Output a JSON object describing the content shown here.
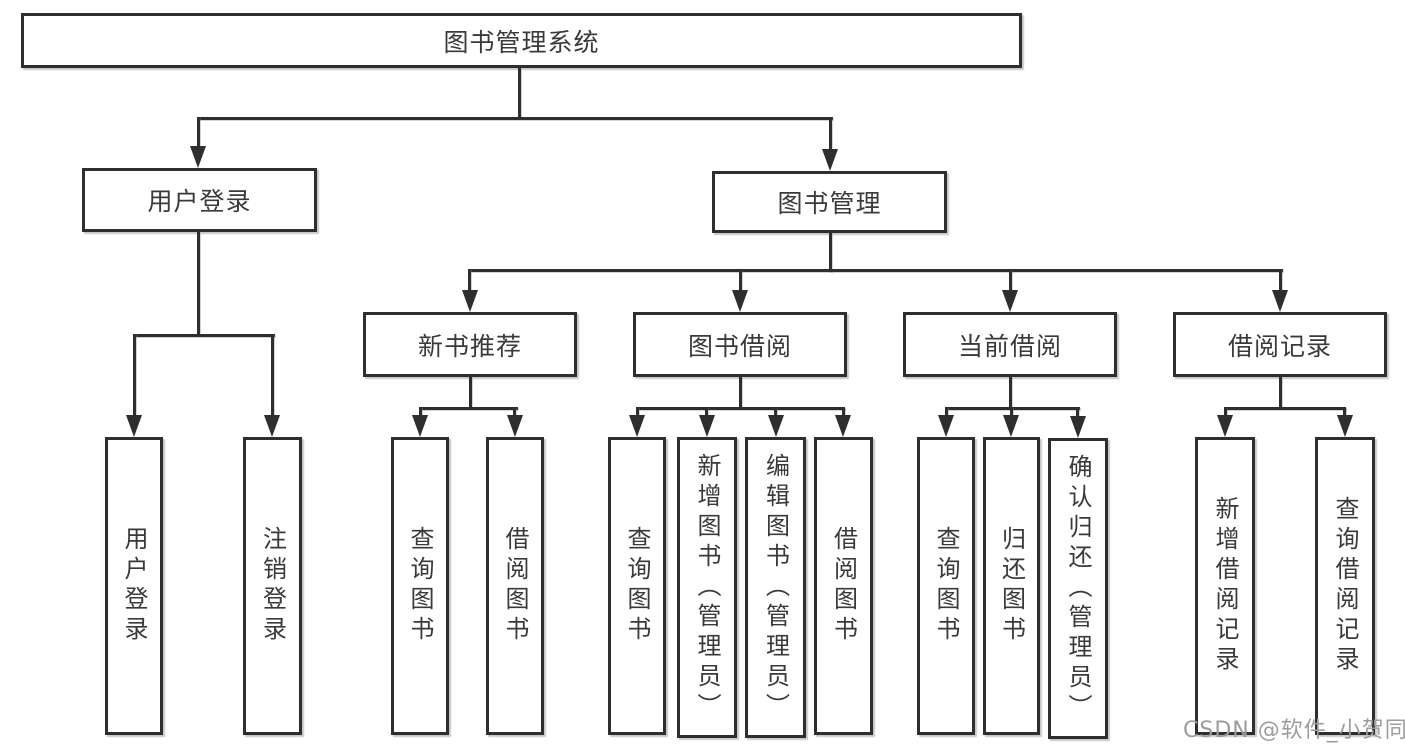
{
  "tree": {
    "root": {
      "label": "图书管理系统"
    },
    "branches": [
      {
        "label": "用户登录",
        "children": [
          {
            "label": "用户登录"
          },
          {
            "label": "注销登录"
          }
        ]
      },
      {
        "label": "图书管理",
        "children": [
          {
            "label": "新书推荐",
            "children": [
              {
                "label": "查询图书"
              },
              {
                "label": "借阅图书"
              }
            ]
          },
          {
            "label": "图书借阅",
            "children": [
              {
                "label": "查询图书"
              },
              {
                "label": "新增图书（管理员）"
              },
              {
                "label": "编辑图书（管理员）"
              },
              {
                "label": "借阅图书"
              }
            ]
          },
          {
            "label": "当前借阅",
            "children": [
              {
                "label": "查询图书"
              },
              {
                "label": "归还图书"
              },
              {
                "label": "确认归还（管理员）"
              }
            ]
          },
          {
            "label": "借阅记录",
            "children": [
              {
                "label": "新增借阅记录"
              },
              {
                "label": "查询借阅记录"
              }
            ]
          }
        ]
      }
    ]
  },
  "watermark": {
    "text": "CSDN @软件_小贺同学"
  },
  "colors": {
    "background": "#ffffff",
    "box_border": "#2e2e2e",
    "line": "#2e2e2e",
    "text": "#3a3a3a",
    "watermark": "#9d9d9d"
  }
}
